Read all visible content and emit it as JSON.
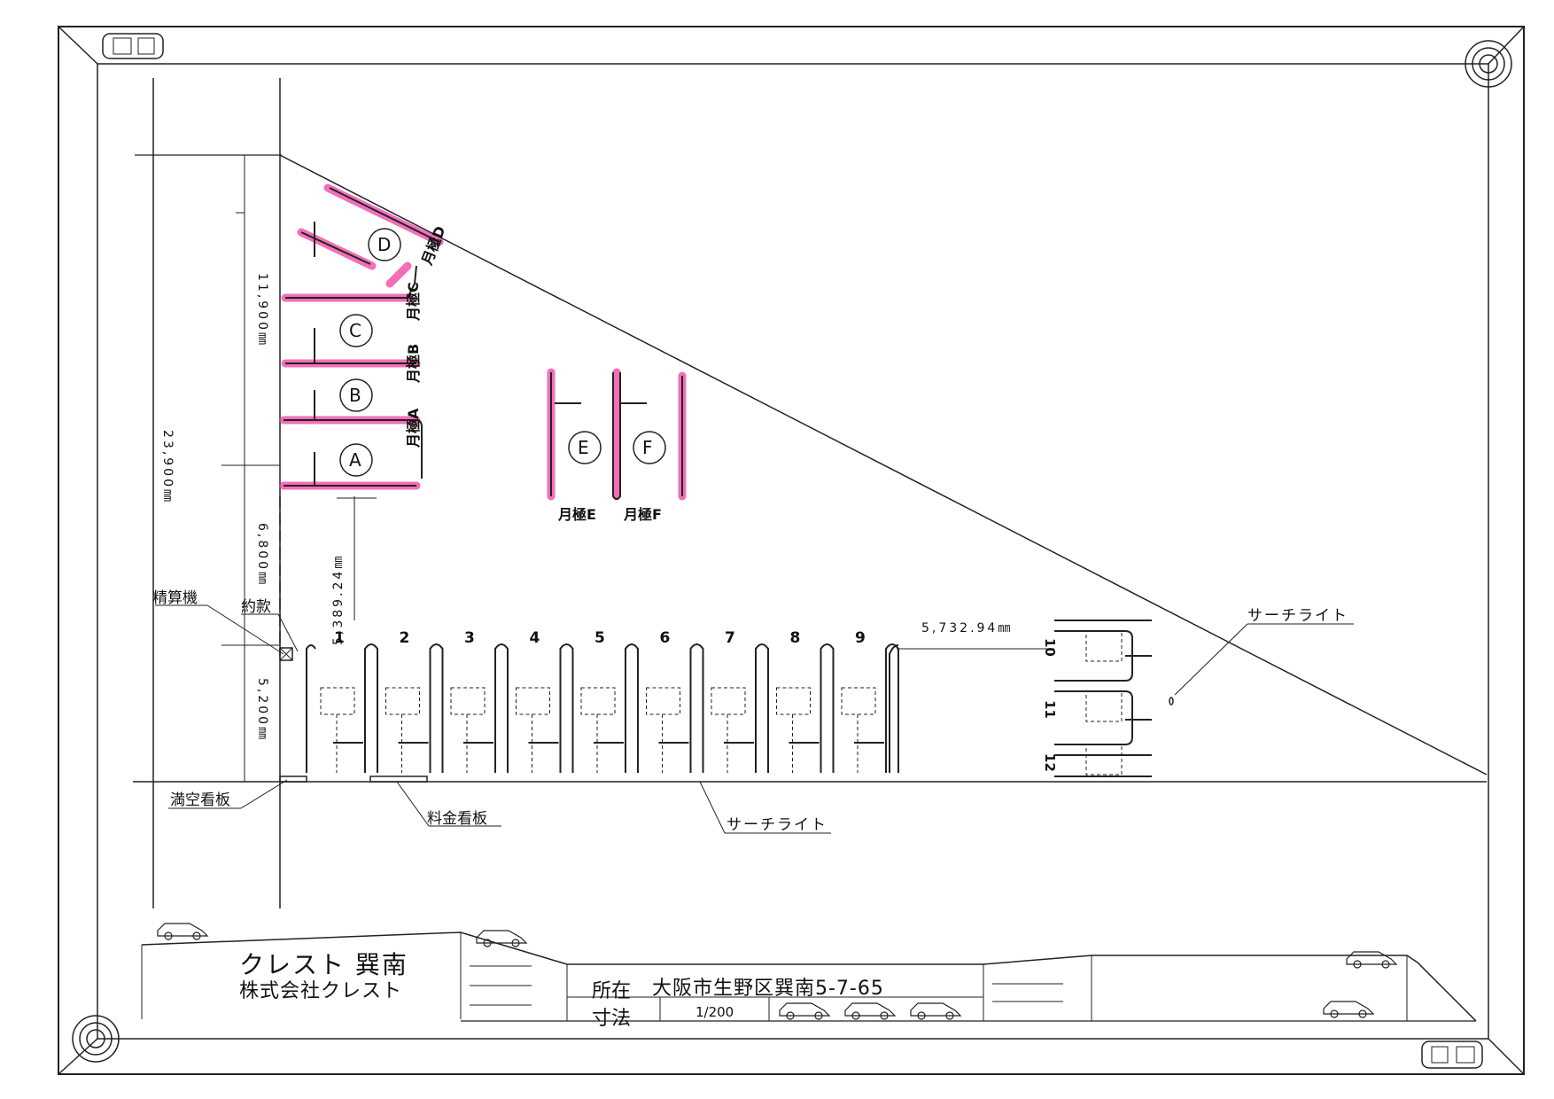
{
  "title": {
    "name": "クレスト 巽南",
    "company": "株式会社クレスト",
    "location_label": "所在",
    "location_value": "大阪市生野区巽南5-7-65",
    "scale_label": "寸法",
    "scale_value": "1/200"
  },
  "dimensions": {
    "d1": "11,900㎜",
    "d2": "23,900㎜",
    "d3": "6,800㎜",
    "d4": "5,200㎜",
    "d5": "5,389.24㎜",
    "d6": "5,732.94㎜"
  },
  "labels": {
    "payment_machine": "精算機",
    "terms": "約款",
    "full_sign": "満空看板",
    "fee_sign": "料金看板",
    "searchlight_top": "サーチライト",
    "searchlight_bottom": "サーチライト"
  },
  "monthly_spaces": [
    {
      "label": "月極A",
      "letter": "A"
    },
    {
      "label": "月極B",
      "letter": "B"
    },
    {
      "label": "月極C",
      "letter": "C"
    },
    {
      "label": "月極D",
      "letter": "D"
    },
    {
      "label": "月極E",
      "letter": "E"
    },
    {
      "label": "月極F",
      "letter": "F"
    }
  ],
  "numbered_spaces": [
    "1",
    "2",
    "3",
    "4",
    "5",
    "6",
    "7",
    "8",
    "9"
  ],
  "right_spaces": [
    "10",
    "11",
    "12"
  ],
  "highlight_color": "#ee3fa0"
}
